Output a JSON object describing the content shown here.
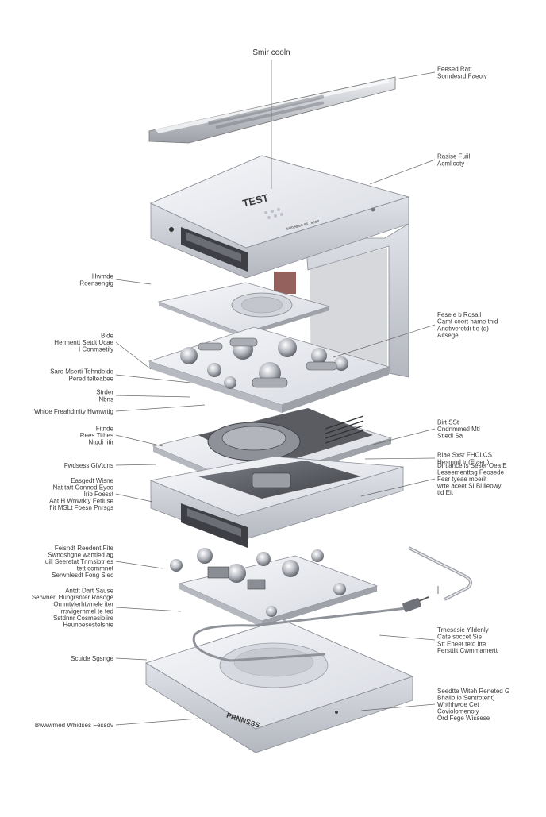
{
  "diagram": {
    "title": "Smir cooln",
    "palette": {
      "metal_light": "#eceef3",
      "metal_mid": "#c9ccd4",
      "metal_dark": "#8d9098",
      "line": "#6a6a6a",
      "dark_part": "#4b4d52"
    },
    "component_text": {
      "display_bar": "",
      "top_housing_marking": "TEST",
      "top_housing_small": "ssmeeiee ss Tseee",
      "base_marking": "PRNNSSS"
    },
    "left_labels": [
      {
        "lines": [
          "Hwmde",
          "Roensengig"
        ]
      },
      {
        "lines": [
          "Bide",
          "Hermentt Setdt Ucae",
          "I Conmsetily"
        ]
      },
      {
        "lines": [
          "Sare Mserti Tehndelde",
          "Pered telteabee"
        ]
      },
      {
        "lines": [
          "Strder",
          "Nbns"
        ]
      },
      {
        "lines": [
          "Whide Freahdmity Hwnwrtig"
        ]
      },
      {
        "lines": [
          "Fitnde",
          "Rees Tithes",
          "Ntgdi Iitir"
        ]
      },
      {
        "lines": [
          "Fwdsess GiVtdns"
        ]
      },
      {
        "lines": [
          "Easgedt Wisne",
          "Nat tatt Conned Eyeo",
          "Irib Foesst",
          "Aat H Wnwrkly Fetiuse",
          "fiit MSLt Foesn Pnrsgs"
        ]
      },
      {
        "lines": [
          "Feisndt Reedent Fite",
          "Swndshgne wantied ag",
          "uill Seeretat Tnmsiotr es",
          "tett commnet",
          "Serwnlesdt Fong Siec"
        ]
      },
      {
        "lines": [
          "Antdt Dart Sause",
          "Serwnerl Hungrsnter Rosoge",
          "Qmmtvlerhtwnele iter",
          "Irrsvigernmel te ted",
          "Sstdnnr Cosmesioiire",
          "Heunoesestelsnie"
        ]
      },
      {
        "lines": [
          "Scuide Sgsnge"
        ]
      },
      {
        "lines": [
          "Bwwwmed Whidses Fessdv"
        ]
      }
    ],
    "right_labels": [
      {
        "lines": [
          "Feesed Ratt",
          "Somdesrd Faeoiy"
        ]
      },
      {
        "lines": [
          "Rasise Fuiil",
          "Acmlicoty"
        ]
      },
      {
        "lines": [
          "Feseie b Rosail",
          "Camt ceert hame thid",
          "Andtweretdi tie (d)",
          "Aitsege"
        ]
      },
      {
        "lines": [
          "Birt SSt",
          "Cndnmmetl Mtl",
          "Stiedl Sa"
        ]
      },
      {
        "lines": [
          "Rlae Sxsr FHCLCS",
          "Hesmnd tr (Ftaert)"
        ]
      },
      {
        "lines": [
          "Dirtiance is Seser Oea E",
          "Leseementtag Feosede",
          "Fesr tyeae moerit",
          "wrte aceet SI Bi lieowy",
          "tid Eit"
        ]
      },
      {
        "lines": [
          "Trnesesie Yildenly",
          "Cate soccet Sie",
          "Stt Eheet tetd itte",
          "Fersttilt Cwmmamertt"
        ]
      },
      {
        "lines": [
          "Seedtte Witeh Reneted G",
          "Bhaiib lo Sentrotent)",
          "Wnthhwoe Cet",
          "Coviolomenoiy",
          "Ord Fege Wissese"
        ]
      }
    ]
  }
}
